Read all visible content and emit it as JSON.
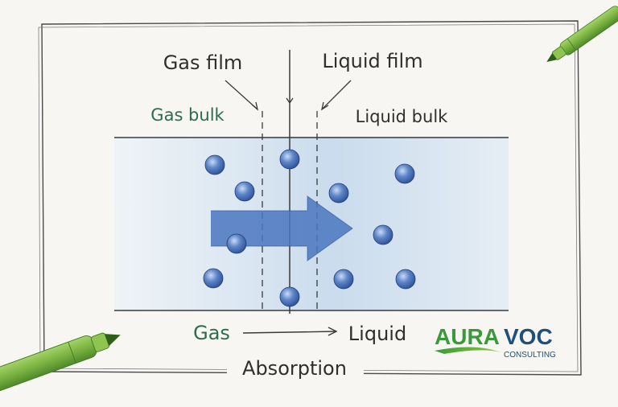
{
  "labels": {
    "gas_film": "Gas film",
    "liquid_film": "Liquid film",
    "gas_bulk": "Gas bulk",
    "liquid_bulk": "Liquid bulk",
    "gas": "Gas",
    "liquid": "Liquid",
    "absorption": "Absorption"
  },
  "logo": {
    "brand_word1": "AURA",
    "brand_word2": "VOC",
    "tagline": "CONSULTING"
  },
  "colors": {
    "ink": "#3a3a3a",
    "accent_green": "#2e6b4f",
    "band_blue": "#cfe0ef",
    "arrow_blue": "#4a77c0",
    "molecule_blue": "#3d64b4",
    "pen_green": "#7cb342",
    "logo_green": "#3a9a3a",
    "logo_blue": "#1f4f7a"
  },
  "icons": [
    "molecule-icon",
    "transfer-arrow-icon",
    "green-pen-icon"
  ]
}
